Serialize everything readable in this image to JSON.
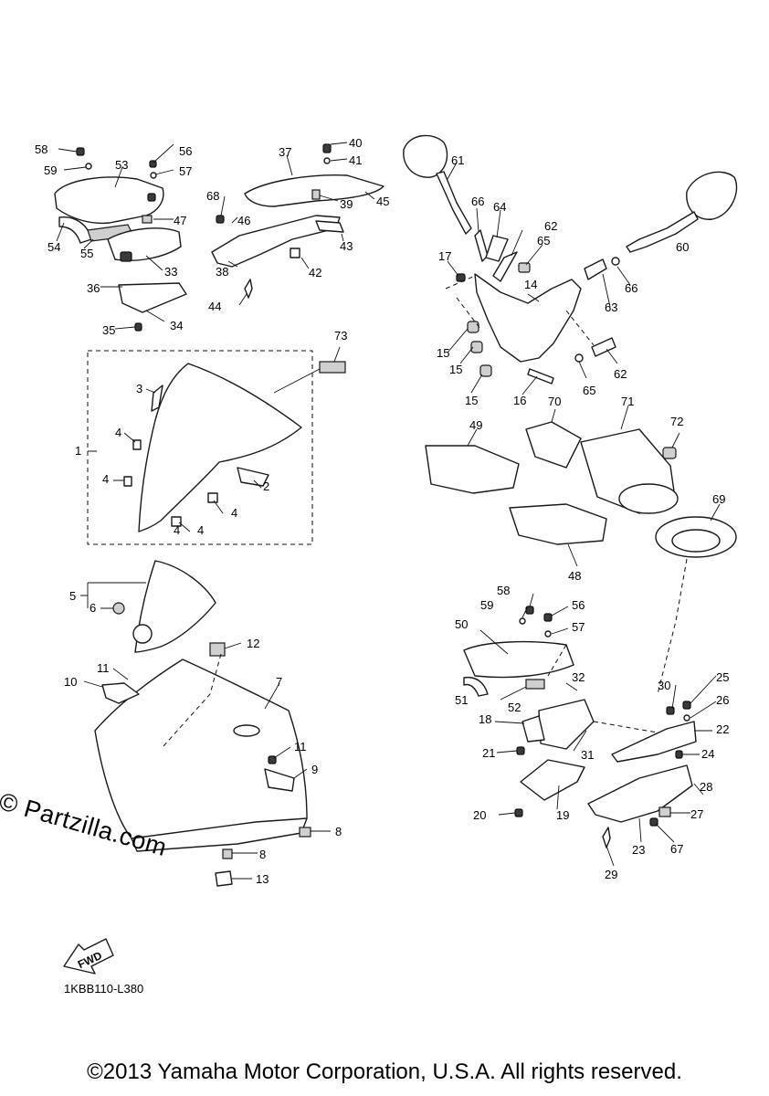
{
  "watermark": "© Partzilla.com",
  "diagram_code": "1KBB110-L380",
  "copyright": "©2013 Yamaha Motor Corporation, U.S.A. All rights reserved.",
  "fwd_label": "FWD",
  "callouts": [
    "1",
    "2",
    "3",
    "4",
    "4",
    "4",
    "4",
    "4",
    "5",
    "6",
    "7",
    "8",
    "8",
    "9",
    "10",
    "11",
    "11",
    "12",
    "13",
    "14",
    "15",
    "15",
    "15",
    "16",
    "17",
    "18",
    "19",
    "20",
    "21",
    "22",
    "23",
    "24",
    "25",
    "26",
    "27",
    "28",
    "29",
    "30",
    "31",
    "32",
    "33",
    "34",
    "35",
    "36",
    "37",
    "38",
    "39",
    "40",
    "41",
    "42",
    "43",
    "44",
    "45",
    "46",
    "47",
    "48",
    "49",
    "50",
    "51",
    "52",
    "53",
    "54",
    "55",
    "56",
    "56",
    "57",
    "57",
    "58",
    "58",
    "59",
    "59",
    "60",
    "61",
    "62",
    "62",
    "63",
    "64",
    "65",
    "65",
    "66",
    "66",
    "67",
    "68",
    "69",
    "70",
    "71",
    "72",
    "73"
  ]
}
